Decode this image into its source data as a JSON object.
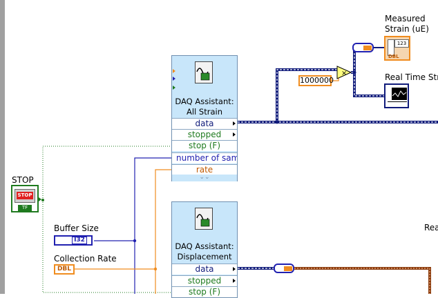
{
  "stop_control": {
    "label": "STOP",
    "button_text": "STOP",
    "type_text": "TF"
  },
  "buffer_size": {
    "label": "Buffer Size",
    "type_text": "I32"
  },
  "collection_rate": {
    "label": "Collection Rate",
    "type_text": "DBL"
  },
  "daq_strain": {
    "title_line1": "DAQ Assistant:",
    "title_line2": "All Strain",
    "terminals": [
      "data",
      "stopped",
      "stop (F)",
      "number of samp",
      "rate"
    ],
    "footer": "⌄⌄"
  },
  "daq_displacement": {
    "title_line1": "DAQ Assistant:",
    "title_line2": "Displacement",
    "terminals": [
      "data",
      "stopped",
      "stop (F)"
    ]
  },
  "multiply_constant": "1000000",
  "multiply_symbol": "×",
  "measured_strain": {
    "label_line1": "Measured",
    "label_line2": "Strain (uE)",
    "type_text": "DBL",
    "display": "123"
  },
  "real_time_strain": {
    "label": "Real Time Strai"
  },
  "right_partial_label": "Rea",
  "colors": {
    "dynamic_wire": "#0f1a7a",
    "dbl_wire": "#f08c1e",
    "bool_wire": "#1e7a1e",
    "i32_wire": "#2020b0",
    "express_bg": "#c8e6fa"
  }
}
